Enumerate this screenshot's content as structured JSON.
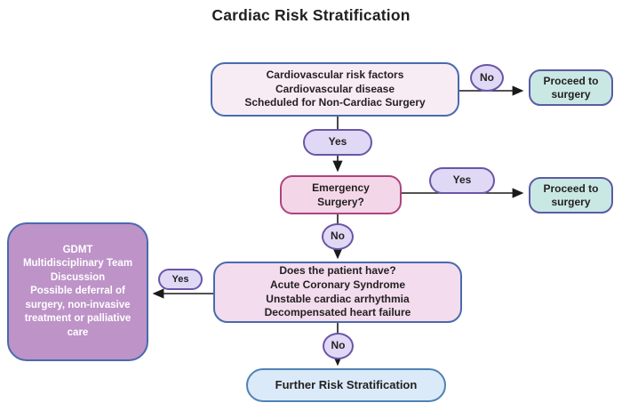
{
  "title": "Cardiac Risk Stratification",
  "diagram": {
    "type": "flowchart",
    "nodes": {
      "cv_risk": {
        "shape": "rounded-rect",
        "fill": "#f8ecf4",
        "border": "#4a6aad",
        "text": "Cardiovascular risk factors\nCardiovascular disease\nScheduled for Non-Cardiac Surgery"
      },
      "no1": {
        "shape": "ellipse",
        "fill": "#dfd9f6",
        "border": "#6a55a8",
        "text": "No"
      },
      "proceed1": {
        "shape": "rounded-rect",
        "fill": "#c9e8e4",
        "border": "#5b5ba5",
        "text": "Proceed to\nsurgery"
      },
      "yes1": {
        "shape": "pill",
        "fill": "#dfd9f6",
        "border": "#6a55a8",
        "text": "Yes"
      },
      "emergency": {
        "shape": "rounded-rect",
        "fill": "#f3d7e9",
        "border": "#b0437d",
        "text": "Emergency\nSurgery?"
      },
      "yes2": {
        "shape": "pill",
        "fill": "#dfd9f6",
        "border": "#6a55a8",
        "text": "Yes"
      },
      "proceed2": {
        "shape": "rounded-rect",
        "fill": "#c9e8e4",
        "border": "#5b5ba5",
        "text": "Proceed to\nsurgery"
      },
      "no2": {
        "shape": "ellipse",
        "fill": "#dfd9f6",
        "border": "#6a55a8",
        "text": "No"
      },
      "does": {
        "shape": "rounded-rect",
        "fill": "#f2dcee",
        "border": "#4a6aad",
        "text": "Does the patient have?\nAcute Coronary Syndrome\nUnstable cardiac arrhythmia\nDecompensated heart failure"
      },
      "yes3": {
        "shape": "pill",
        "fill": "#dfd9f6",
        "border": "#6a55a8",
        "text": "Yes"
      },
      "gdmt": {
        "shape": "rounded-rect",
        "fill": "#bd93c8",
        "border": "#4a6aad",
        "text_color": "#ffffff",
        "text": "GDMT\nMultidisciplinary Team\nDiscussion\nPossible deferral of\nsurgery, non-invasive\ntreatment or palliative\ncare"
      },
      "no3": {
        "shape": "ellipse",
        "fill": "#dfd9f6",
        "border": "#6a55a8",
        "text": "No"
      },
      "further": {
        "shape": "rounded-rect",
        "fill": "#dbeaf8",
        "border": "#4f82b5",
        "text": "Further Risk Stratification"
      }
    },
    "edges": [
      {
        "from": "cv_risk",
        "to": "proceed1",
        "label": "No",
        "direction": "right"
      },
      {
        "from": "cv_risk",
        "to": "emergency",
        "label": "Yes",
        "direction": "down"
      },
      {
        "from": "emergency",
        "to": "proceed2",
        "label": "Yes",
        "direction": "right"
      },
      {
        "from": "emergency",
        "to": "does",
        "label": "No",
        "direction": "down"
      },
      {
        "from": "does",
        "to": "gdmt",
        "label": "Yes",
        "direction": "left"
      },
      {
        "from": "does",
        "to": "further",
        "label": "No",
        "direction": "down"
      }
    ],
    "colors": {
      "background": "#ffffff",
      "arrow": "#1a1a1a",
      "title_text": "#231f20",
      "node_text": "#231f20"
    }
  }
}
